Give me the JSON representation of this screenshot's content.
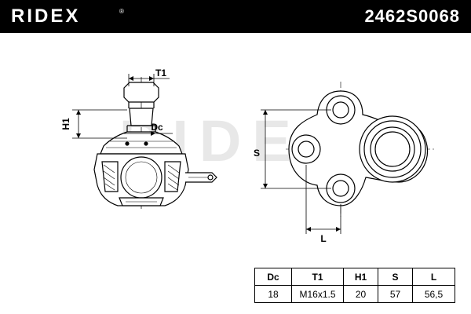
{
  "header": {
    "brand": "RIDEX",
    "brand_mark": "®",
    "part_number": "2462S0068"
  },
  "drawing": {
    "watermark": "RIDEX",
    "icon": "ball-joint-technical-drawing",
    "labels": {
      "t1": "T1",
      "h1": "H1",
      "dc": "Dc",
      "s": "S",
      "l": "L"
    }
  },
  "specs": {
    "headers": [
      "Dc",
      "T1",
      "H1",
      "S",
      "L"
    ],
    "values": [
      "18",
      "M16x1.5",
      "20",
      "57",
      "56,5"
    ]
  },
  "colors": {
    "header_bg": "#000000",
    "header_text": "#ffffff",
    "line": "#000000",
    "watermark": "#e6e6e6"
  }
}
